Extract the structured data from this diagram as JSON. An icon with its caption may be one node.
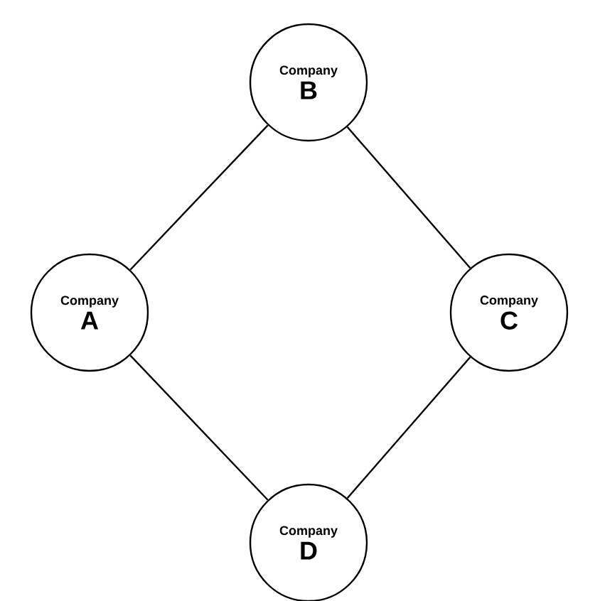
{
  "diagram": {
    "nodes": [
      {
        "text": [
          "Company",
          "B"
        ]
      },
      {
        "text": [
          "Company",
          "A"
        ]
      },
      {
        "text": [
          "Company",
          "C"
        ]
      },
      {
        "text": [
          "Company",
          "D"
        ]
      }
    ],
    "edges": [
      {
        "from": 1,
        "to": 0,
        "arrow": "none"
      },
      {
        "from": 0,
        "to": 2,
        "arrow": "none"
      },
      {
        "from": 1,
        "to": 3,
        "arrow": "none"
      },
      {
        "from": 3,
        "to": 2,
        "arrow": "none"
      }
    ]
  }
}
